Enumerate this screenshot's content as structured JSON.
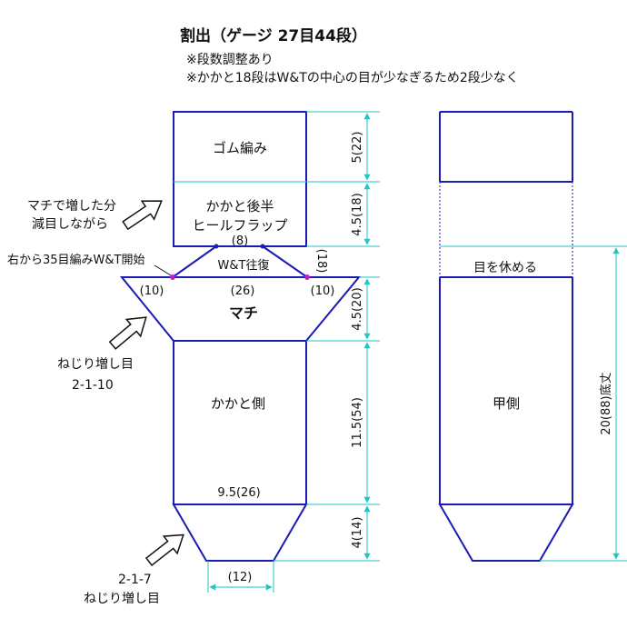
{
  "header": {
    "title": "割出（ゲージ 27目44段）",
    "note1": "※段数調整あり",
    "note2": "※かかと18段はW&Tの中心の目が少なぎるため2段少なく"
  },
  "left": {
    "ribbing": "ゴム編み",
    "heel_back_1": "かかと後半",
    "heel_back_2": "ヒールフラップ",
    "eight": "(8)",
    "wt": "W&T往復",
    "eighteen": "(18)",
    "gusset_left": "(10)",
    "gusset_mid": "(26)",
    "gusset_right": "(10)",
    "gusset": "マチ",
    "heel_side": "かかと側",
    "body_width": "9.5(26)",
    "toe_width": "(12)"
  },
  "annotations": {
    "machi_note_1": "マチで増した分",
    "machi_note_2": "減目しながら",
    "start_note": "右から35目編みW&T開始",
    "twist_inc_top": "ねじり増し目",
    "twist_inc_top_formula": "2-1-10",
    "twist_inc_bottom_formula": "2-1-7",
    "twist_inc_bottom": "ねじり増し目"
  },
  "dimensions": {
    "d1": "5(22)",
    "d2": "4.5(18)",
    "d3": "4.5(20)",
    "d4": "11.5(54)",
    "d5": "4(14)",
    "foot": "20(88)底丈"
  },
  "right": {
    "rest": "目を休める",
    "instep": "甲側"
  },
  "colors": {
    "outline": "#1a1ab4",
    "dimension": "#22c4c4",
    "stitch_marker": "#c020c0"
  }
}
